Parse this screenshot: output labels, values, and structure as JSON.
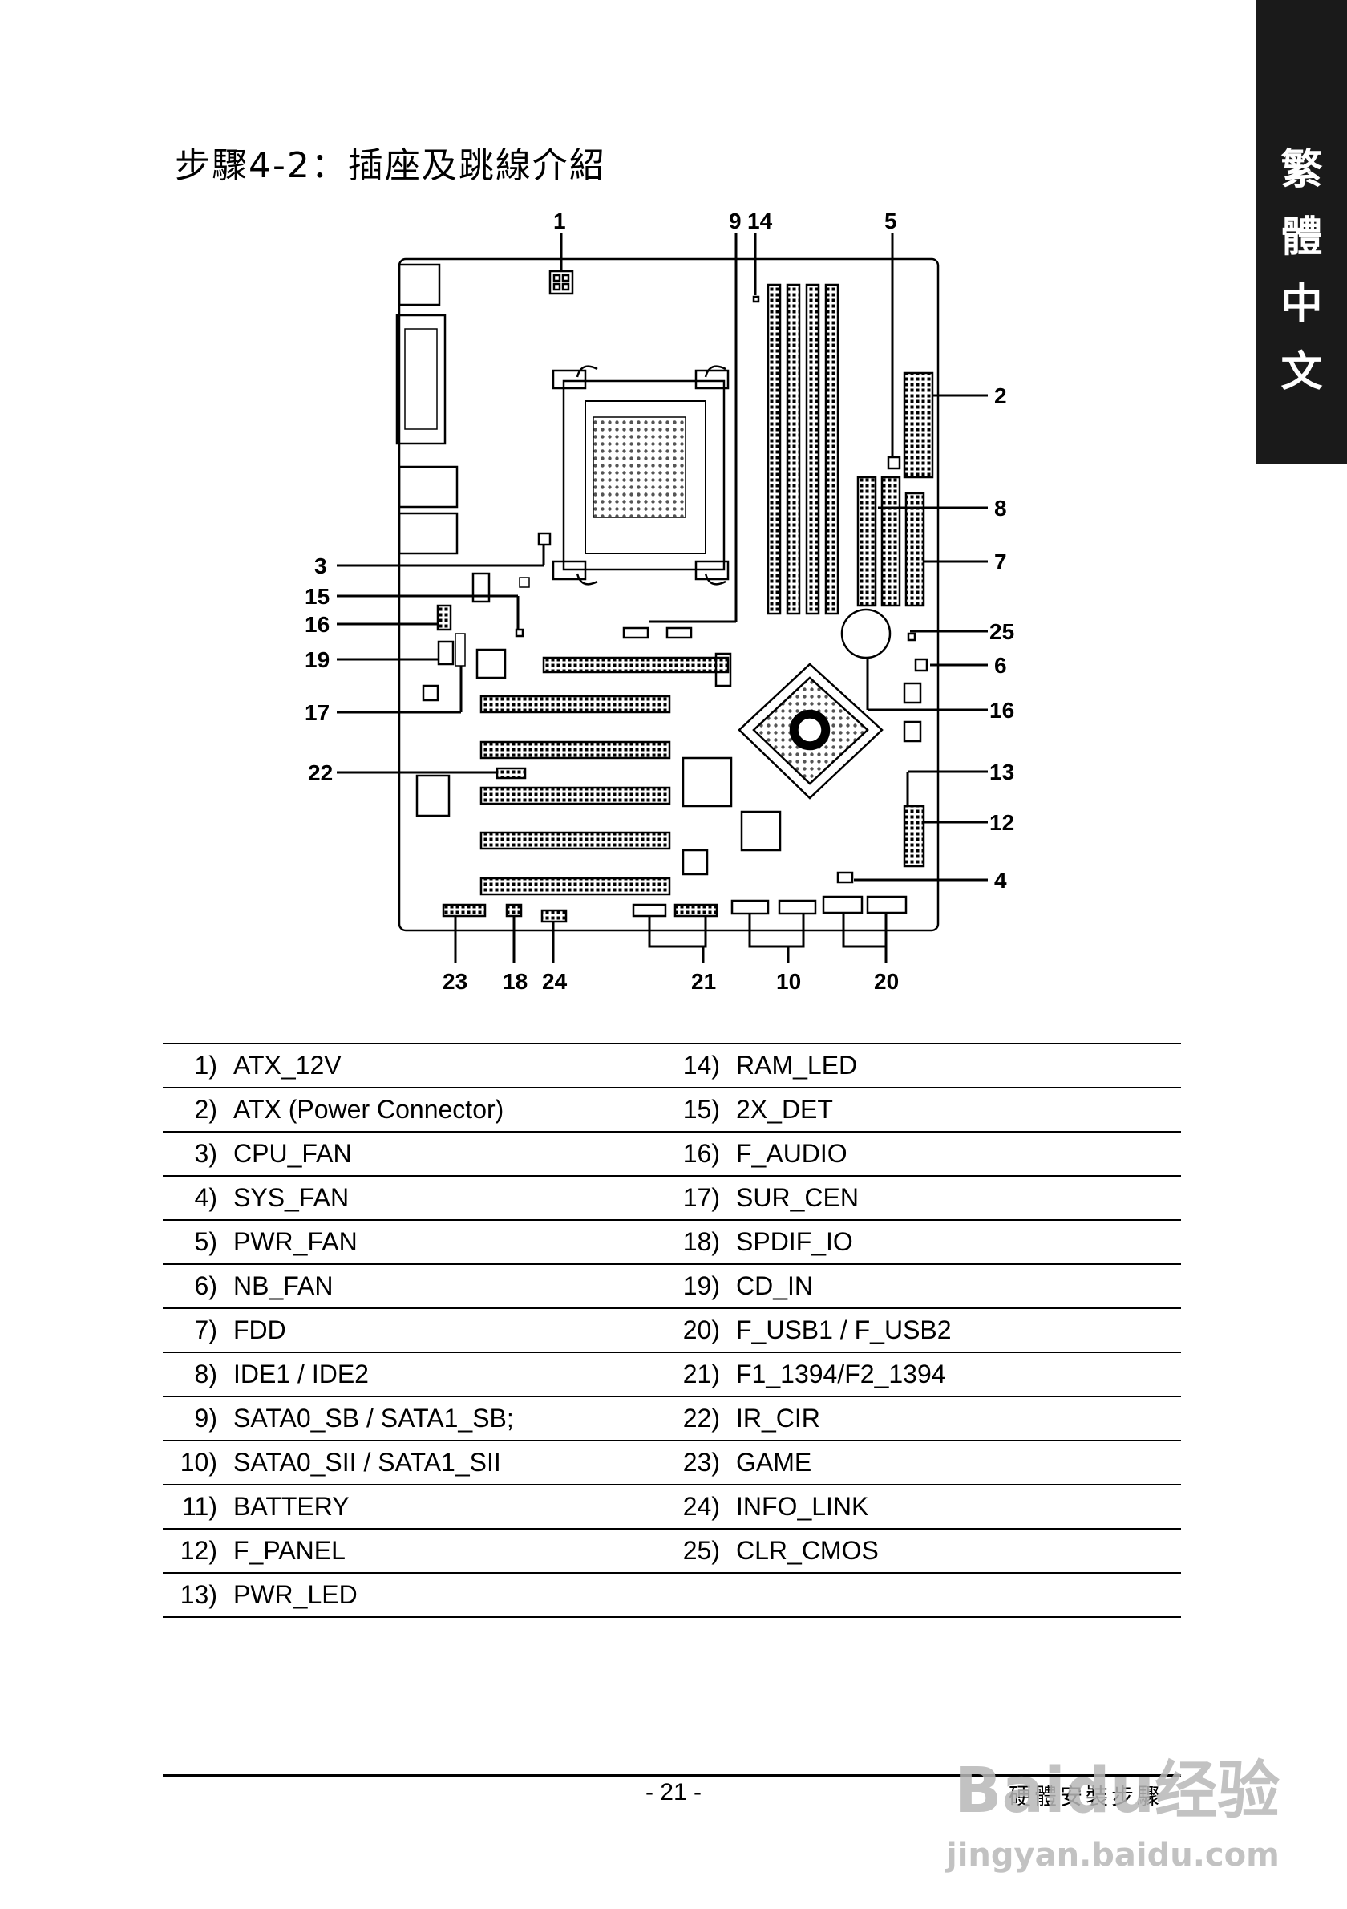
{
  "side_tab": {
    "chars": [
      "繁",
      "體",
      "中",
      "文"
    ]
  },
  "title": "步驟4-2：插座及跳線介紹",
  "callouts": [
    "1",
    "2",
    "3",
    "4",
    "5",
    "6",
    "7",
    "8",
    "9",
    "10",
    "12",
    "13",
    "14",
    "15",
    "16",
    "16",
    "17",
    "19",
    "20",
    "21",
    "22",
    "23",
    "18",
    "24",
    "25"
  ],
  "legend": {
    "rows": [
      {
        "n1": "1)",
        "t1": "ATX_12V",
        "n2": "14)",
        "t2": "RAM_LED"
      },
      {
        "n1": "2)",
        "t1": "ATX (Power Connector)",
        "n2": "15)",
        "t2": "2X_DET"
      },
      {
        "n1": "3)",
        "t1": "CPU_FAN",
        "n2": "16)",
        "t2": "F_AUDIO"
      },
      {
        "n1": "4)",
        "t1": "SYS_FAN",
        "n2": "17)",
        "t2": "SUR_CEN"
      },
      {
        "n1": "5)",
        "t1": "PWR_FAN",
        "n2": "18)",
        "t2": "SPDIF_IO"
      },
      {
        "n1": "6)",
        "t1": "NB_FAN",
        "n2": "19)",
        "t2": "CD_IN"
      },
      {
        "n1": "7)",
        "t1": "FDD",
        "n2": "20)",
        "t2": "F_USB1 / F_USB2"
      },
      {
        "n1": "8)",
        "t1": "IDE1 / IDE2",
        "n2": "21)",
        "t2": "F1_1394/F2_1394"
      },
      {
        "n1": "9)",
        "t1": "SATA0_SB / SATA1_SB;",
        "n2": "22)",
        "t2": "IR_CIR"
      },
      {
        "n1": "10)",
        "t1": "SATA0_SII / SATA1_SII",
        "n2": "23)",
        "t2": "GAME"
      },
      {
        "n1": "11)",
        "t1": "BATTERY",
        "n2": "24)",
        "t2": "INFO_LINK"
      },
      {
        "n1": "12)",
        "t1": "F_PANEL",
        "n2": "25)",
        "t2": "CLR_CMOS"
      },
      {
        "n1": "13)",
        "t1": "PWR_LED",
        "n2": "",
        "t2": ""
      }
    ]
  },
  "footer": {
    "page_number": "- 21 -",
    "section": "硬體安裝步驟"
  },
  "watermark": {
    "line1": "Baidu经验",
    "line2": "jingyan.baidu.com"
  }
}
